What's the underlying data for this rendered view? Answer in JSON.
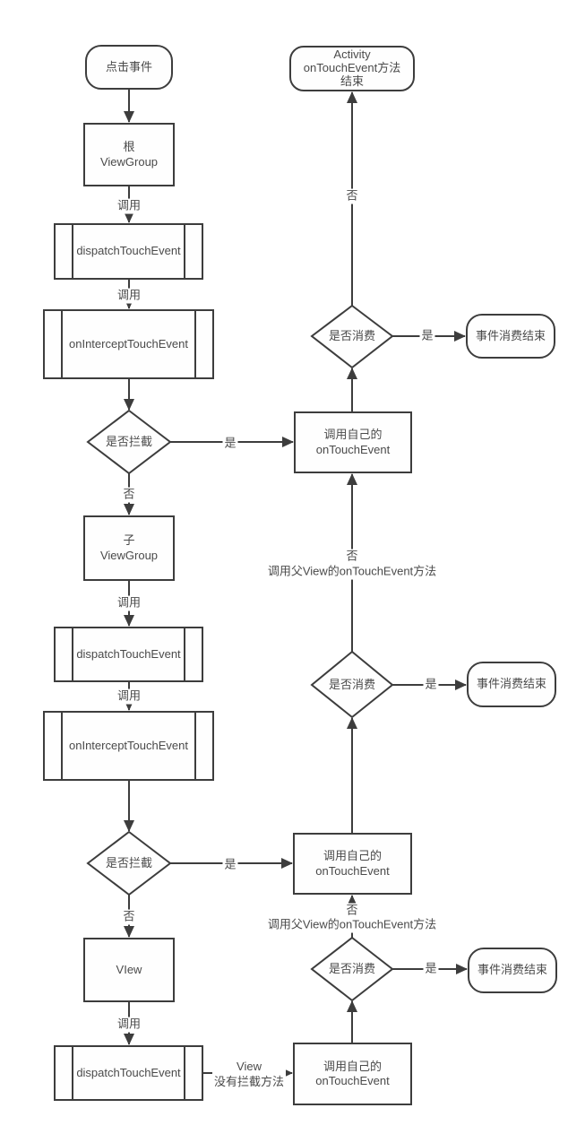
{
  "flowchart": {
    "title": "Android touch event dispatch flowchart",
    "nodes": {
      "start": "点击事件",
      "root_viewgroup": "根\nViewGroup",
      "dispatch_touch_event": "dispatchTouchEvent",
      "on_intercept_touch_event": "onInterceptTouchEvent",
      "is_intercept": "是否拦截",
      "child_viewgroup": "子\nViewGroup",
      "view": "VIew",
      "activity_end": "Activity\nonTouchEvent方法\n结束",
      "own_ontouch": "调用自己的\nonTouchEvent",
      "is_consume": "是否消费",
      "consume_end": "事件消费结束"
    },
    "labels": {
      "call": "调用",
      "yes": "是",
      "no": "否",
      "parent_ontouch": "调用父View的onTouchEvent方法",
      "view_no_intercept": "View\n没有拦截方法"
    },
    "colors": {
      "line": "#3d3d3d",
      "text": "#4a4a4a",
      "shape_fill": "#fefefe",
      "background": "#ffffff"
    }
  }
}
